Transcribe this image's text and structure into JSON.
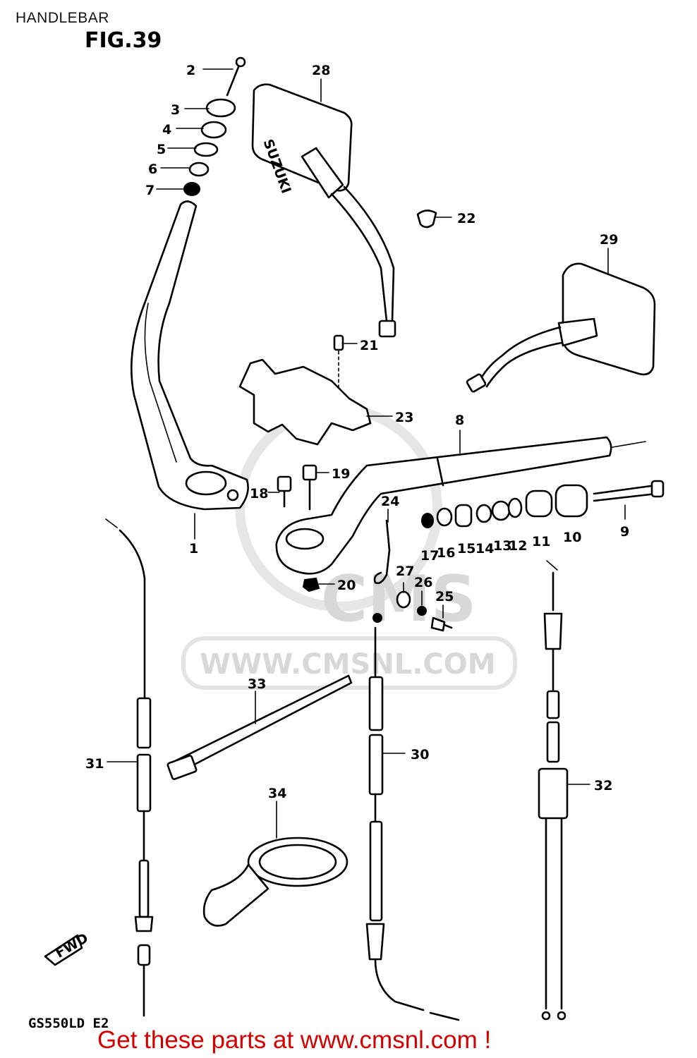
{
  "header": {
    "title": "HANDLEBAR",
    "figure": "FIG.39"
  },
  "watermark": {
    "url": "WWW.CMSNL.COM",
    "logo": "CMS"
  },
  "model_code": "GS550LD E2",
  "fwd_arrow": "FWD",
  "footer": {
    "cta": "Get these parts at www.cmsnl.com !",
    "color": "#d40000"
  },
  "mirror_text": "SUZUKI",
  "callouts": [
    {
      "id": "c2",
      "label": "2"
    },
    {
      "id": "c3",
      "label": "3"
    },
    {
      "id": "c4",
      "label": "4"
    },
    {
      "id": "c5",
      "label": "5"
    },
    {
      "id": "c6",
      "label": "6"
    },
    {
      "id": "c7",
      "label": "7"
    },
    {
      "id": "c28",
      "label": "28"
    },
    {
      "id": "c22",
      "label": "22"
    },
    {
      "id": "c29",
      "label": "29"
    },
    {
      "id": "c21",
      "label": "21"
    },
    {
      "id": "c23",
      "label": "23"
    },
    {
      "id": "c8",
      "label": "8"
    },
    {
      "id": "c19",
      "label": "19"
    },
    {
      "id": "c18",
      "label": "18"
    },
    {
      "id": "c24",
      "label": "24"
    },
    {
      "id": "c9",
      "label": "9"
    },
    {
      "id": "c1",
      "label": "1"
    },
    {
      "id": "c17",
      "label": "17"
    },
    {
      "id": "c16",
      "label": "16"
    },
    {
      "id": "c15",
      "label": "15"
    },
    {
      "id": "c14",
      "label": "14"
    },
    {
      "id": "c13",
      "label": "13"
    },
    {
      "id": "c12",
      "label": "12"
    },
    {
      "id": "c11",
      "label": "11"
    },
    {
      "id": "c10",
      "label": "10"
    },
    {
      "id": "c20",
      "label": "20"
    },
    {
      "id": "c27",
      "label": "27"
    },
    {
      "id": "c26",
      "label": "26"
    },
    {
      "id": "c25",
      "label": "25"
    },
    {
      "id": "c33",
      "label": "33"
    },
    {
      "id": "c30",
      "label": "30"
    },
    {
      "id": "c31",
      "label": "31"
    },
    {
      "id": "c32",
      "label": "32"
    },
    {
      "id": "c34",
      "label": "34"
    }
  ]
}
